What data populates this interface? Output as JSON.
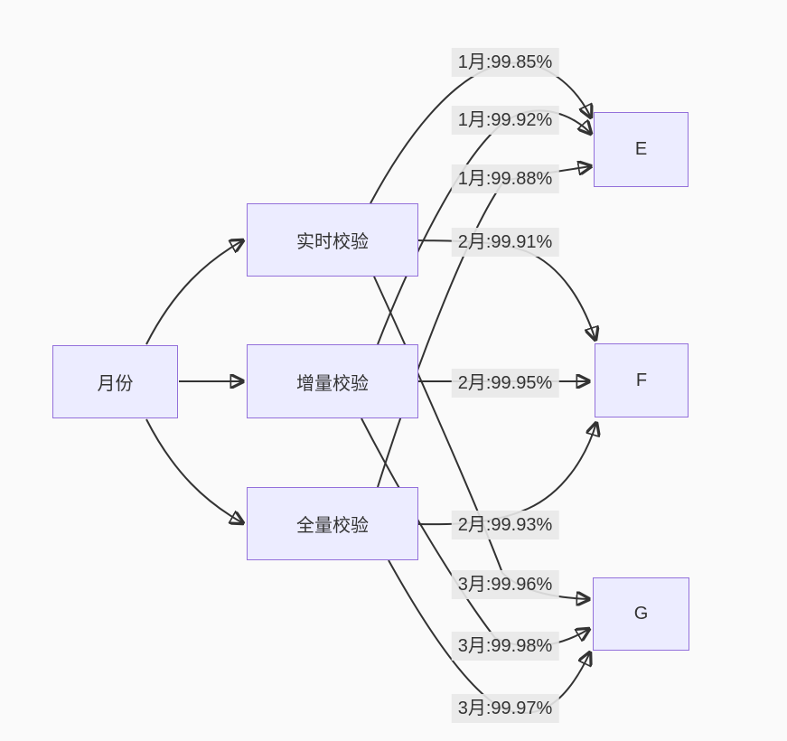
{
  "diagram": {
    "type": "flowchart-LR",
    "colors": {
      "background": "#fafafa",
      "node_fill": "#ECECFF",
      "node_border": "#9370DB",
      "edge_stroke": "#333333",
      "edge_label_bg": "#e8e8e8",
      "text": "#333333"
    },
    "nodes": {
      "month": {
        "label": "月份"
      },
      "realtime": {
        "label": "实时校验"
      },
      "incr": {
        "label": "增量校验"
      },
      "full": {
        "label": "全量校验"
      },
      "e": {
        "label": "E"
      },
      "f": {
        "label": "F"
      },
      "g": {
        "label": "G"
      }
    },
    "edges": [
      {
        "from": "月份",
        "to": "实时校验",
        "label": ""
      },
      {
        "from": "月份",
        "to": "增量校验",
        "label": ""
      },
      {
        "from": "月份",
        "to": "全量校验",
        "label": ""
      },
      {
        "from": "实时校验",
        "to": "E",
        "label": "1月:99.85%"
      },
      {
        "from": "增量校验",
        "to": "E",
        "label": "1月:99.92%"
      },
      {
        "from": "全量校验",
        "to": "E",
        "label": "1月:99.88%"
      },
      {
        "from": "实时校验",
        "to": "F",
        "label": "2月:99.91%"
      },
      {
        "from": "增量校验",
        "to": "F",
        "label": "2月:99.95%"
      },
      {
        "from": "全量校验",
        "to": "F",
        "label": "2月:99.93%"
      },
      {
        "from": "实时校验",
        "to": "G",
        "label": "3月:99.96%"
      },
      {
        "from": "增量校验",
        "to": "G",
        "label": "3月:99.98%"
      },
      {
        "from": "全量校验",
        "to": "G",
        "label": "3月:99.97%"
      }
    ]
  }
}
